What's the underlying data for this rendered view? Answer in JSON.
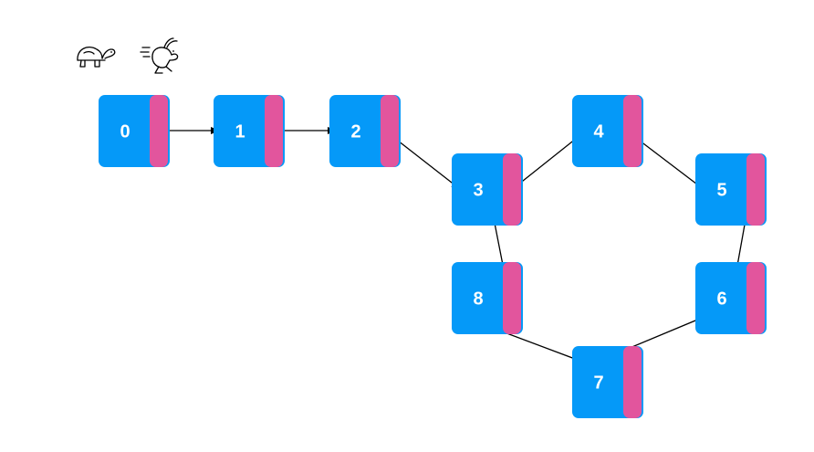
{
  "icons": {
    "slow_pointer": "tortoise-icon",
    "fast_pointer": "rabbit-icon"
  },
  "colors": {
    "node_fill": "#0599f8",
    "pointer_fill": "#e2559d",
    "edge": "#000000",
    "label": "#ffffff"
  },
  "nodes": [
    {
      "id": 0,
      "label": "0"
    },
    {
      "id": 1,
      "label": "1"
    },
    {
      "id": 2,
      "label": "2"
    },
    {
      "id": 3,
      "label": "3"
    },
    {
      "id": 4,
      "label": "4"
    },
    {
      "id": 5,
      "label": "5"
    },
    {
      "id": 6,
      "label": "6"
    },
    {
      "id": 7,
      "label": "7"
    },
    {
      "id": 8,
      "label": "8"
    }
  ],
  "edges": [
    {
      "from": 0,
      "to": 1
    },
    {
      "from": 1,
      "to": 2
    },
    {
      "from": 2,
      "to": 3
    },
    {
      "from": 3,
      "to": 4
    },
    {
      "from": 4,
      "to": 5
    },
    {
      "from": 5,
      "to": 6
    },
    {
      "from": 6,
      "to": 7
    },
    {
      "from": 7,
      "to": 8
    },
    {
      "from": 8,
      "to": 3
    }
  ]
}
